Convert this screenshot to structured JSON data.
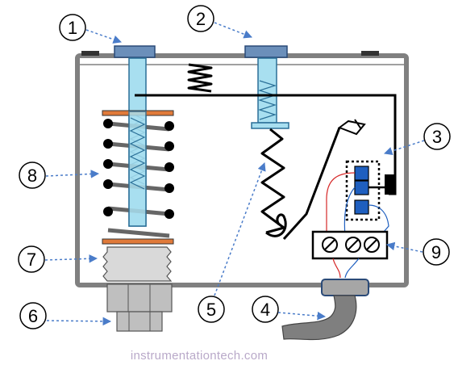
{
  "callouts": [
    {
      "id": "1",
      "label": "1"
    },
    {
      "id": "2",
      "label": "2"
    },
    {
      "id": "3",
      "label": "3"
    },
    {
      "id": "4",
      "label": "4"
    },
    {
      "id": "5",
      "label": "5"
    },
    {
      "id": "6",
      "label": "6"
    },
    {
      "id": "7",
      "label": "7"
    },
    {
      "id": "8",
      "label": "8"
    },
    {
      "id": "9",
      "label": "9"
    }
  ],
  "watermark": "instrumentationtech.com",
  "colors": {
    "enclosure": "#808080",
    "rod": "#a8dff0",
    "rod_outline": "#2a6f97",
    "cap": "#6b8fba",
    "washer": "#e07a3a",
    "bellows": "#d9d9d9",
    "fitting": "#a6a6a6",
    "cable": "#7f7f7f",
    "contact": "#1f5fbf",
    "callout_line": "#4a7cc9"
  }
}
